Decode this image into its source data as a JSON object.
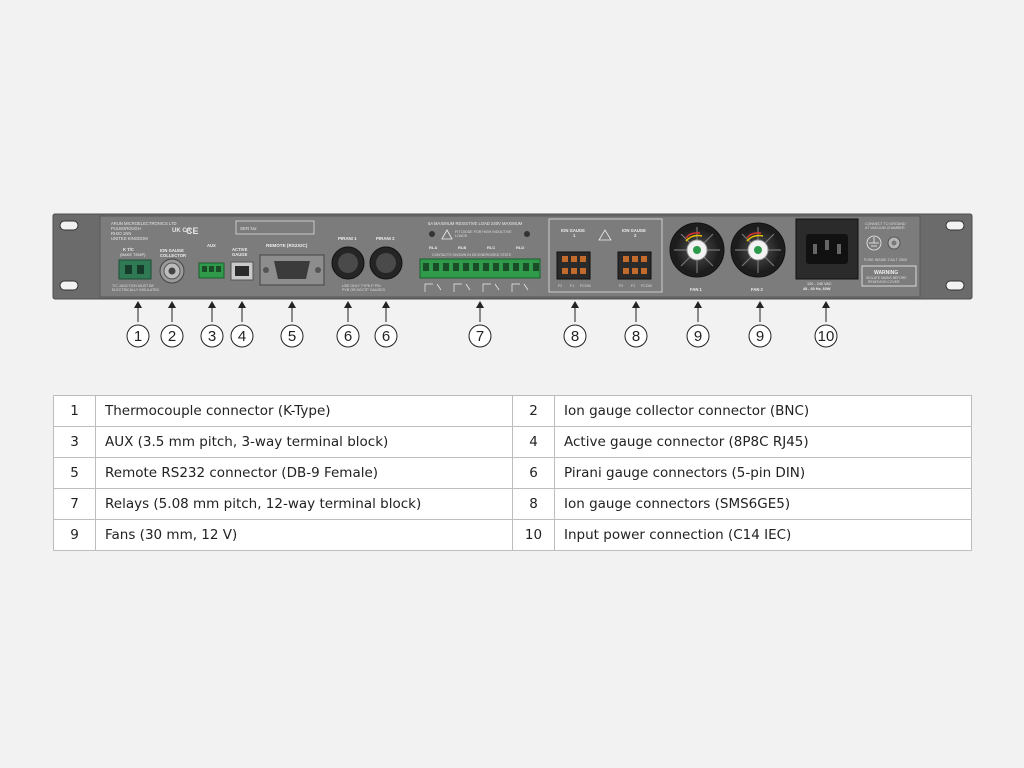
{
  "panel": {
    "manufacturer_lines": [
      "ARUN MICROELECTRONICS LTD",
      "PULBOROUGH",
      "RH20 1NN",
      "UNITED KINGDOM"
    ],
    "ser_no_label": "SER No:",
    "marks": [
      "UK CA",
      "CE"
    ],
    "kt_c_label": [
      "K T/C",
      "(BAKE TEMP)"
    ],
    "kt_c_note": [
      "T/C JUNCTION MUST BE",
      "ELECTRICALLY INSULATED"
    ],
    "ion_collector_label": [
      "ION GAUGE",
      "COLLECTOR"
    ],
    "aux_label": "AUX",
    "active_gauge_label": [
      "ACTIVE",
      "GAUGE"
    ],
    "remote_label": "REMOTE (RS232C)",
    "pirani1_label": "PIRANI 1",
    "pirani2_label": "PIRANI 2",
    "pirani_note": [
      "USE ONLY TYPE-P PIN",
      "PVB OR AGCTP GAUGES"
    ],
    "relay_top": "5A MAXIMUM RESISTIVE LOAD 240V MAXIMUM",
    "relay_warning": [
      "FIT DIODE FOR HIGH INDUCTIVE",
      "LOADS"
    ],
    "relay_labels": [
      "RLA",
      "RLB",
      "RLC",
      "RLD"
    ],
    "relay_note": "CONTACTS SHOWN IN DE-ENERGISED STATE",
    "ion_gauge1_label": [
      "ION GAUGE",
      "1"
    ],
    "ion_gauge2_label": [
      "ION GAUGE",
      "2"
    ],
    "ion_pins": [
      "F2",
      "F1",
      "FCOM"
    ],
    "fan1_label": "FAN 1",
    "fan2_label": "FAN 2",
    "power_label": [
      "100 - 240 VAC",
      "48 - 60 Hz, 60W"
    ],
    "ground_label": [
      "CONNECT TO GROUND",
      "AT VACUUM CHAMBER"
    ],
    "fuse_label": "FUSE INSIDE 2.5A T 250V",
    "warning_title": "WARNING",
    "warning_text": [
      "ISOLATE MAINS BEFORE",
      "REMOVING COVER"
    ]
  },
  "callouts": [
    "1",
    "2",
    "3",
    "4",
    "5",
    "6",
    "6",
    "7",
    "8",
    "8",
    "9",
    "9",
    "10"
  ],
  "legend": [
    {
      "left": {
        "num": "1",
        "desc": "Thermocouple connector (K-Type)"
      },
      "right": {
        "num": "2",
        "desc": "Ion gauge collector connector (BNC)"
      }
    },
    {
      "left": {
        "num": "3",
        "desc": "AUX (3.5 mm pitch, 3-way terminal block)"
      },
      "right": {
        "num": "4",
        "desc": "Active gauge connector (8P8C RJ45)"
      }
    },
    {
      "left": {
        "num": "5",
        "desc": "Remote RS232 connector (DB-9 Female)"
      },
      "right": {
        "num": "6",
        "desc": "Pirani gauge connectors (5-pin DIN)"
      }
    },
    {
      "left": {
        "num": "7",
        "desc": "Relays (5.08 mm pitch, 12-way terminal block)"
      },
      "right": {
        "num": "8",
        "desc": "Ion gauge connectors (SMS6GE5)"
      }
    },
    {
      "left": {
        "num": "9",
        "desc": "Fans (30 mm, 12 V)"
      },
      "right": {
        "num": "10",
        "desc": "Input power connection (C14 IEC)"
      }
    }
  ]
}
